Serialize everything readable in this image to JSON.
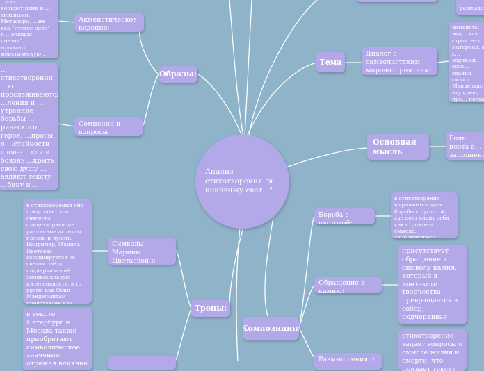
{
  "center": {
    "title": "Анализ стихотворения \"я ненавижу свет...\""
  },
  "branches": {
    "obrazy": {
      "label": "Образы:",
      "children": {
        "akmeist": {
          "label": "Акмеистическое видение:",
          "detail": "…азы конкретными и …тильными. Метафоры, …ие как \"пустое небо\" и …олюция поэзии\", …ырывают …меистическую …пцию восприятия …ра, придают тексту …бину и значимость."
        },
        "somneniya": {
          "label": "Сомнения и вопросы лирического героя:",
          "detail": "…стихотворении …ю прослеживаются …ления и …утренние борьбы …рического героя. …просы о …стийности слова- …сли и боязнь …крыть свою душу …авляют тексту …бину и …троспективный …рактер, позволяя …тателю погрузиться …мир внутренних …фликтов поэта."
        }
      }
    },
    "tema": {
      "label": "Тема",
      "child": {
        "label": "Диалог с символистским мировосприятием:",
        "detail": "акмеисты вид… как строитель… материал, а с… зодчими, возв… здания смысл… Мандельштам… эту идею, пре… поэта как стро… заполняющего… мыслями, как… собор прониз…"
      },
      "top_right_fragment": "…размышл… …универсал…"
    },
    "osnovnaya": {
      "label": "Основная мысль",
      "detail": "Роль поэта в… заполнении п… преодолении…"
    },
    "kompoziciya": {
      "label": "Композиция:",
      "children": {
        "borba": {
          "label": "Борьба с пустотой:",
          "detail": "в стихотворении выражается идея борьбы с пустотой, где поэт видит себя как строителя смысла, заполняющего пустоту неба своим творчеством."
        },
        "obrashchenie": {
          "label": "Обращение к камню:",
          "detail": "присутствует обращение к символу камня, который в контексте творчества превращается в собор, подчеркивая важность творческого процесса и роль поэта в создании смысла."
        },
        "razmyshleniya": {
          "label": "Размышления о",
          "detail": "стихотворение задает вопросы о смысле жизни и смерти, что придает тексту"
        }
      }
    },
    "tropy": {
      "label": "Тропы:",
      "children": {
        "simvoly": {
          "label": "Символы Марины Цветаевой и Мандельштама:",
          "detail": "в стихотворении они представят как символы, олицетворяющие различные аспекты поэзии и чувств. Например, Марина Цветаева ассоциируется со светом звёзд, подчеркивая её эмоциональную интенсивность, в то время как Осип Мандельштам представлен как готический собор, символизируя сложность мысли и творчества."
        },
        "goroda": {
          "label": "",
          "detail": "в тексте Петербург и Москва также приобретают символическое значение, отражая влияние мест на жизнь и творчество"
        }
      }
    }
  }
}
